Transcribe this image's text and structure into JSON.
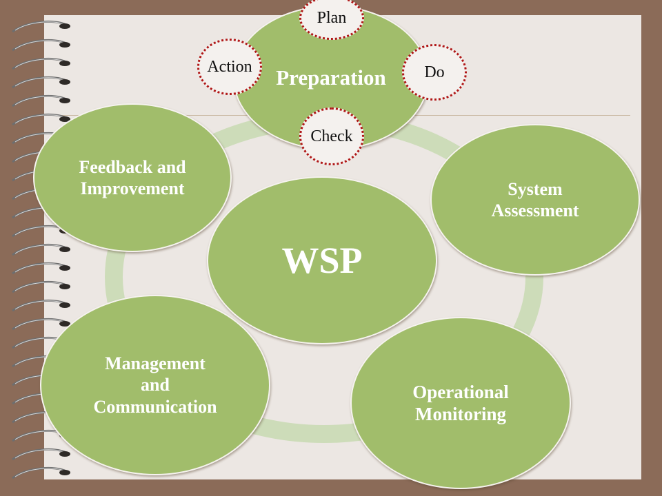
{
  "diagram": {
    "center": "WSP",
    "stages": {
      "preparation": "Preparation",
      "system_assessment": "System\nAssessment",
      "operational_monitoring": "Operational\nMonitoring",
      "management_communication": "Management\nand\nCommunication",
      "feedback_improvement": "Feedback and\nImprovement"
    },
    "cycle": {
      "plan": "Plan",
      "do": "Do",
      "check": "Check",
      "action": "Action"
    }
  },
  "colors": {
    "bubble_fill": "#a1bd6b",
    "ring": "#cddcb9",
    "dotted_border": "#b01818",
    "page": "#ece7e3",
    "background": "#8b6b58"
  }
}
